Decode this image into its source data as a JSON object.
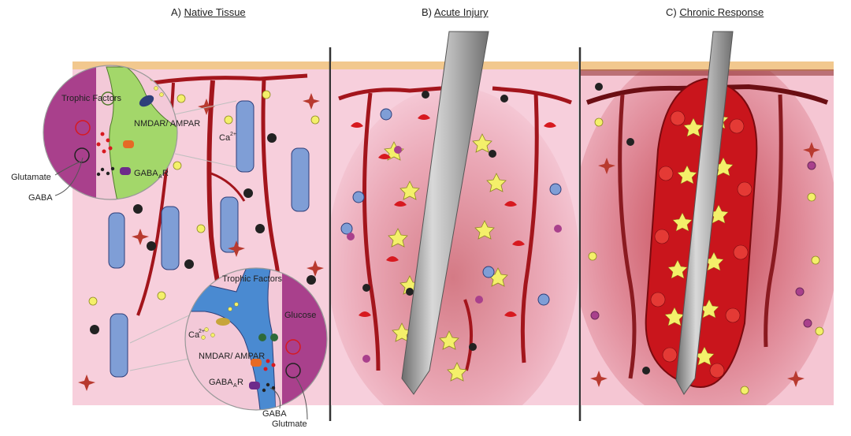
{
  "panels": [
    {
      "prefix": "A) ",
      "title": "Native Tissue"
    },
    {
      "prefix": "B) ",
      "title": "Acute Injury"
    },
    {
      "prefix": "C) ",
      "title": "Chronic Response"
    }
  ],
  "labels_top_inset": {
    "trophic_factors": "Trophic Factors",
    "receptor": "NMDAR/ AMPAR",
    "gaba_a_r": "GABA",
    "gaba_a_r_sub": "A",
    "gaba_a_r_tail": "R",
    "glutamate": "Glutamate",
    "gaba": "GABA"
  },
  "labels_tissue": {
    "calcium": "Ca",
    "calcium_sup": "2+"
  },
  "labels_bottom_inset": {
    "trophic_factors": "Trophic Factors",
    "glucose": "Glucose",
    "calcium": "Ca",
    "calcium_sup": "2+",
    "receptor": "NMDAR/ AMPAR",
    "gaba_a_r": "GABA",
    "gaba_a_r_sub": "A",
    "gaba_a_r_tail": "R",
    "gaba": "GABA",
    "glutamate": "Glutmate"
  },
  "colors": {
    "tissue_pink": "#f7cfdc",
    "surface_band": "#f2c88e",
    "vessel_red": "#a3151c",
    "astrocyte_yellow": "#f4f06a",
    "microglia_red": "#d7191f",
    "neuron_blue": "#7f9ed6",
    "inset_purple": "#a9408c",
    "inset_green": "#a3d76a",
    "inset_blue": "#4a8ad1",
    "probe_gray": "#9b9b9b"
  }
}
